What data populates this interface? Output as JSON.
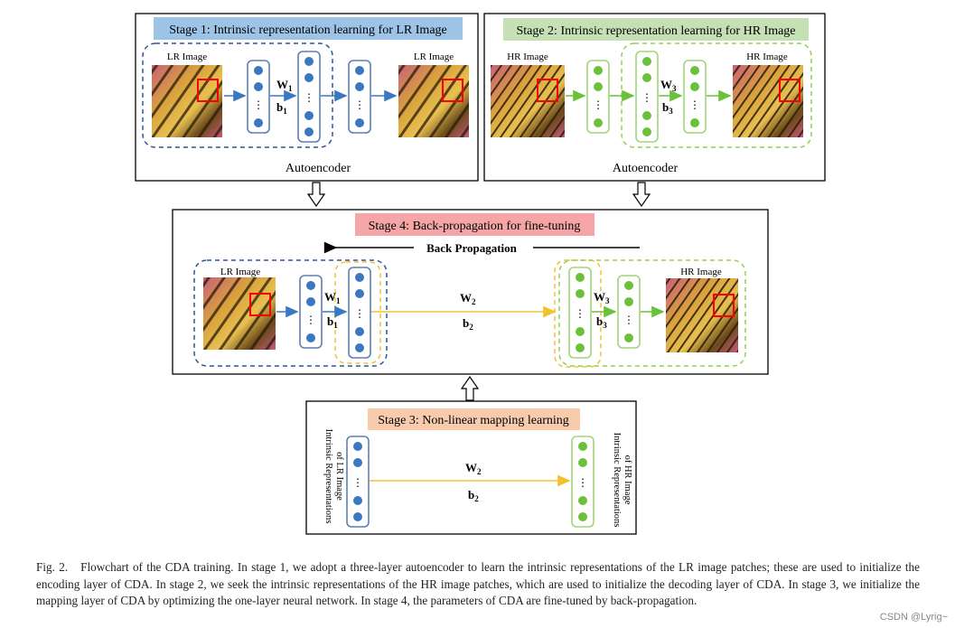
{
  "stage1": {
    "title": "Stage 1: Intrinsic representation learning for LR Image",
    "input_label": "LR Image",
    "output_label": "LR Image",
    "w": "W",
    "w_sub": "1",
    "b": "b",
    "b_sub": "1",
    "footer": "Autoencoder",
    "title_fill": "#9dc3e6"
  },
  "stage2": {
    "title": "Stage 2: Intrinsic representation learning for HR Image",
    "input_label": "HR Image",
    "output_label": "HR Image",
    "w": "W",
    "w_sub": "3",
    "b": "b",
    "b_sub": "3",
    "footer": "Autoencoder",
    "title_fill": "#c5e0b4"
  },
  "stage4": {
    "title": "Stage 4: Back-propagation for fine-tuning",
    "arrow_label": "Back Propagation",
    "input_label": "LR Image",
    "output_label": "HR Image",
    "w1": "W",
    "w1_sub": "1",
    "b1": "b",
    "b1_sub": "1",
    "w2": "W",
    "w2_sub": "2",
    "b2": "b",
    "b2_sub": "2",
    "w3": "W",
    "w3_sub": "3",
    "b3": "b",
    "b3_sub": "3",
    "title_fill": "#f4a6a6"
  },
  "stage3": {
    "title": "Stage 3: Non-linear mapping learning",
    "left_label_1": "Intrinsic Representations",
    "left_label_2": "of LR Image",
    "right_label_1": "Intrinsic Representations",
    "right_label_2": "of HR Image",
    "w": "W",
    "w_sub": "2",
    "b": "b",
    "b_sub": "2",
    "title_fill": "#f8cbad"
  },
  "colors": {
    "blue_node": "#3a78c2",
    "blue_box": "#5b7fb5",
    "green_node": "#6bc13a",
    "green_box": "#9fd67a",
    "yellow": "#f2c12e",
    "dash_blue": "#2f5597",
    "dash_green": "#92d050",
    "red": "#ff0000"
  },
  "caption": {
    "fig_label": "Fig. 2.",
    "text": "Flowchart of the CDA training. In stage 1, we adopt a three-layer autoencoder to learn the intrinsic representations of the LR image patches; these are used to initialize the encoding layer of CDA. In stage 2, we seek the intrinsic representations of the HR image patches, which are used to initialize the decoding layer of CDA. In stage 3, we initialize the mapping layer of CDA by optimizing the one-layer neural network. In stage 4, the parameters of CDA are fine-tuned by back-propagation."
  },
  "watermark": "CSDN @Lyrig~"
}
